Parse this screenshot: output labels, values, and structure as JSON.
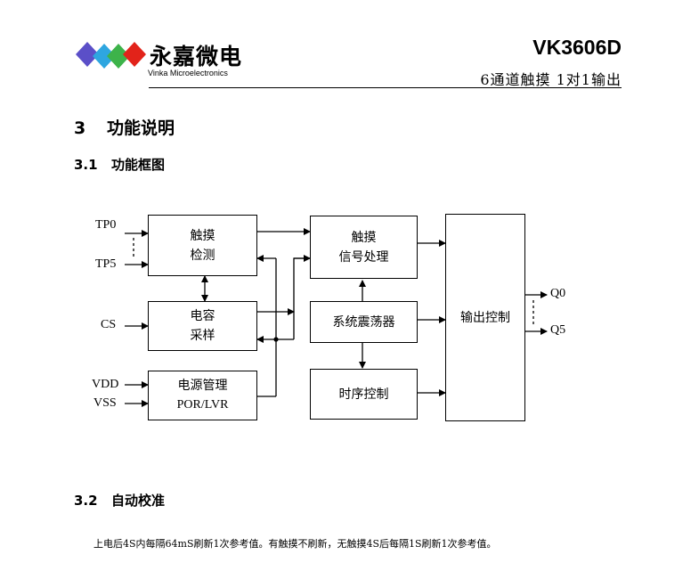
{
  "header": {
    "brand": "永嘉微电",
    "brand_en": "Vinka Microelectronics",
    "model": "VK3606D",
    "subtitle": "6通道触摸 1对1输出",
    "logo_colors": [
      "#5b4fc8",
      "#2ea6e0",
      "#3db34a",
      "#e2231a"
    ]
  },
  "section": {
    "number": "3",
    "title": "功能说明"
  },
  "subsections": [
    {
      "number": "3.1",
      "title": "功能框图"
    },
    {
      "number": "3.2",
      "title": "自动校准"
    }
  ],
  "diagram": {
    "blocks": {
      "touch_detect": {
        "line1": "触摸",
        "line2": "检测"
      },
      "cap_sample": {
        "line1": "电容",
        "line2": "采样"
      },
      "power_mgmt": {
        "line1": "电源管理",
        "line2": "POR/LVR"
      },
      "touch_signal": {
        "line1": "触摸",
        "line2": "信号处理"
      },
      "oscillator": {
        "line1": "系统震荡器"
      },
      "timing_ctrl": {
        "line1": "时序控制"
      },
      "output_ctrl": {
        "line1": "输出控制"
      }
    },
    "signals": {
      "tp0": "TP0",
      "tp5": "TP5",
      "cs": "CS",
      "vdd": "VDD",
      "vss": "VSS",
      "q0": "Q0",
      "q5": "Q5"
    }
  },
  "auto_calibration_text": "上电后4S内每隔64mS刷新1次参考值。有触摸不刷新，无触摸4S后每隔1S刷新1次参考值。"
}
